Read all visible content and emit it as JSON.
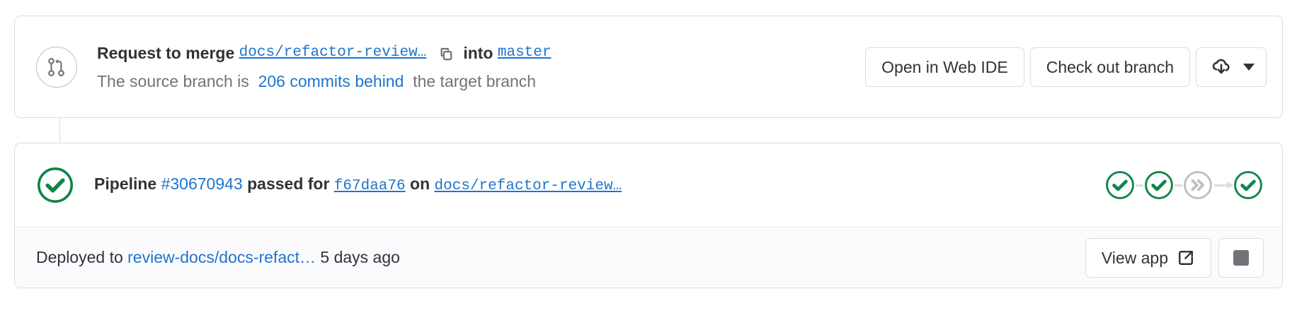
{
  "merge_request": {
    "icon": "merge-request-icon",
    "prefix_label": "Request to merge",
    "source_branch": "docs/refactor-review…",
    "copy_icon": "copy-icon",
    "into_label": "into",
    "target_branch": "master",
    "status_prefix": "The source branch is",
    "commits_behind": "206 commits behind",
    "status_suffix": "the target branch",
    "actions": {
      "web_ide_label": "Open in Web IDE",
      "checkout_label": "Check out branch",
      "download_icon": "cloud-download-icon",
      "dropdown_icon": "chevron-down-icon"
    }
  },
  "pipeline": {
    "status_icon": "status-success-icon",
    "label": "Pipeline",
    "id": "#30670943",
    "result": "passed for",
    "commit_sha": "f67daa76",
    "on_label": "on",
    "branch": "docs/refactor-review…",
    "stages": [
      {
        "name": "stage-1",
        "status": "success",
        "icon": "check-circle-icon"
      },
      {
        "name": "stage-2",
        "status": "success",
        "icon": "check-circle-icon"
      },
      {
        "name": "stage-3",
        "status": "skipped",
        "icon": "skipped-icon"
      },
      {
        "name": "stage-4",
        "status": "success",
        "icon": "check-circle-icon"
      }
    ]
  },
  "deployment": {
    "prefix": "Deployed to",
    "environment": "review-docs/docs-refact…",
    "time_ago": "5 days ago",
    "view_app_label": "View app",
    "external_link_icon": "external-link-icon",
    "stop_icon": "stop-icon"
  },
  "colors": {
    "link": "#1f75cb",
    "success": "#108548",
    "neutral": "#737278",
    "border": "#dcdcde",
    "footer_bg": "#fbfafd"
  }
}
